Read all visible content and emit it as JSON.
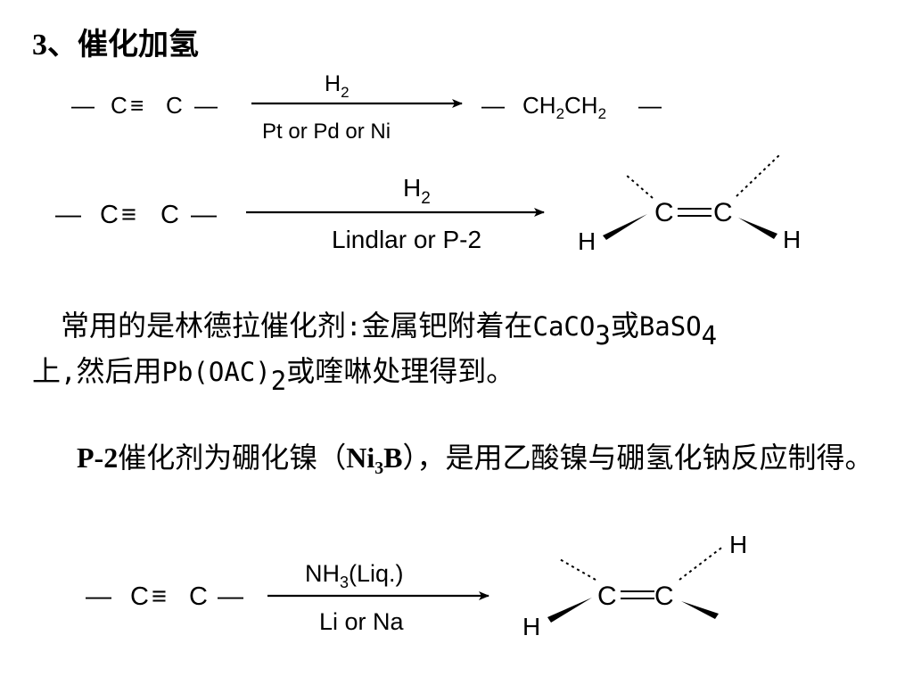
{
  "title": "3、催化加氢",
  "reactions": [
    {
      "reactant": {
        "bond_left": "—",
        "c1": "C",
        "triple": "≡",
        "c2": "C",
        "bond_right": "—"
      },
      "reagent_above": {
        "main": "H",
        "sub": "2"
      },
      "reagent_below": "Pt or Pd or Ni",
      "product": {
        "bond_left": "—",
        "ch_1": "CH",
        "sub_1": "2",
        "ch_2": "CH",
        "sub_2": "2",
        "bond_right": "—"
      }
    },
    {
      "reactant": {
        "bond_left": "—",
        "c1": "C",
        "triple": "≡",
        "c2": "C",
        "bond_right": "—"
      },
      "reagent_above": {
        "main": "H",
        "sub": "2"
      },
      "reagent_below": "Lindlar or P-2",
      "product": {
        "c1": "C",
        "double": "=",
        "c2": "C",
        "h_left": "H",
        "h_right": "H"
      }
    },
    {
      "reactant": {
        "bond_left": "—",
        "c1": "C",
        "triple": "≡",
        "c2": "C",
        "bond_right": "—"
      },
      "reagent_above": {
        "main": "NH",
        "sub": "3",
        "tail": "(Liq.)"
      },
      "reagent_below": "Li or Na",
      "product": {
        "c1": "C",
        "double": "=",
        "c2": "C",
        "h_left": "H",
        "h_right": "H"
      }
    }
  ],
  "paragraph1": {
    "part1": "常用的是林德拉催化剂",
    "colon": ":",
    "part2": "金属钯附着在",
    "caco": "CaCO",
    "caco_sub": "3",
    "or": "或",
    "baso": "BaSO",
    "baso_sub": "4",
    "part3": "上",
    "comma": ",",
    "part4": "然后用",
    "pb": "Pb(OAC)",
    "pb_sub": "2",
    "part5": "或喹啉处理得到。"
  },
  "paragraph2": {
    "p2_label": "P-2",
    "part1": "催化剂为硼化镍（",
    "ni": "Ni",
    "ni_sub": "3",
    "b": "B",
    "part2": "），是用乙酸镍与硼氢化钠反应制得。"
  }
}
